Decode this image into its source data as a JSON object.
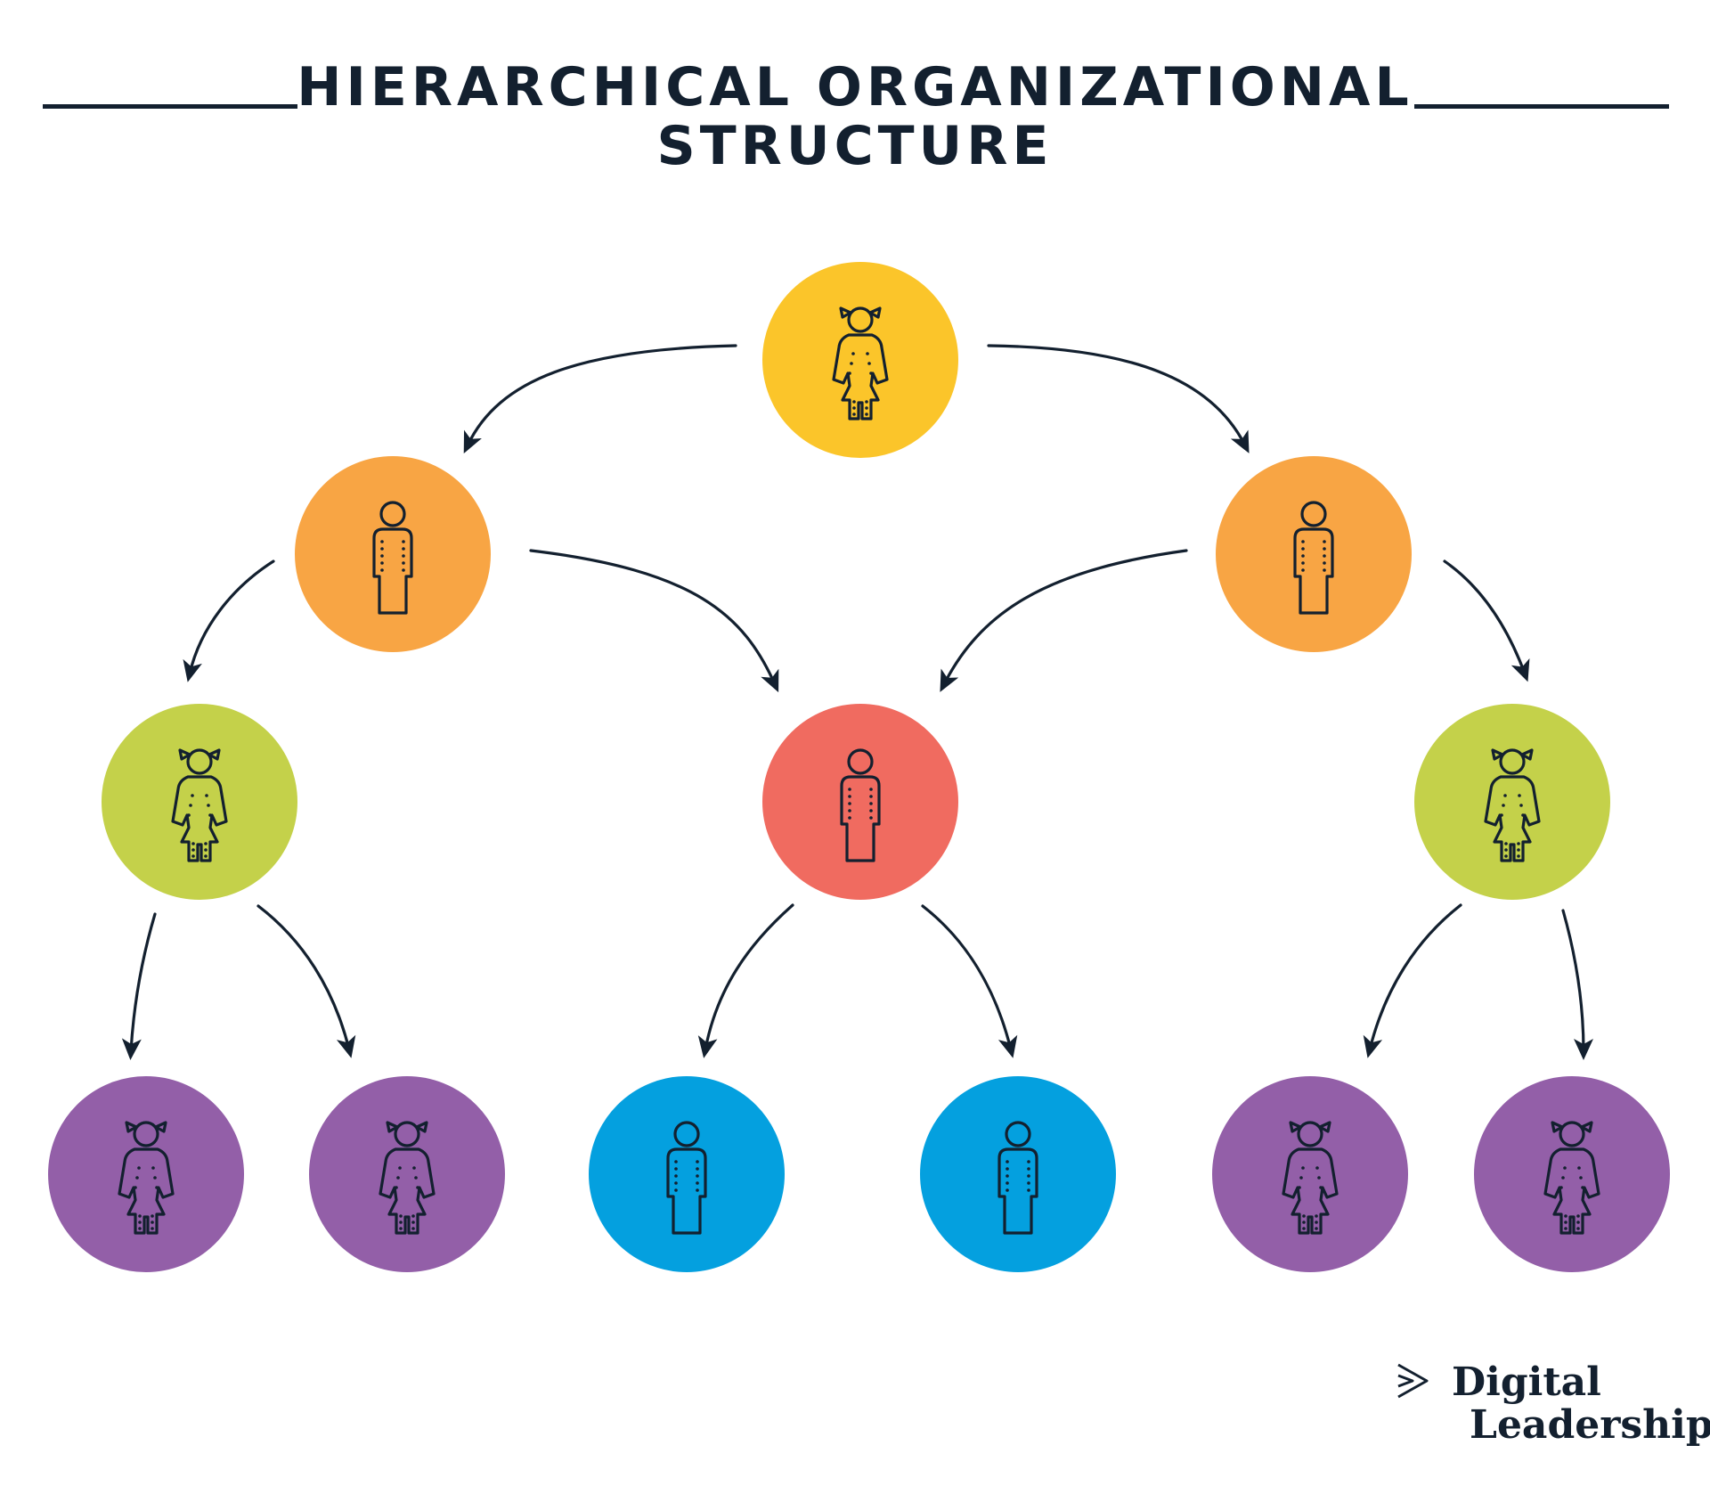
{
  "title": {
    "line1": "HIERARCHICAL ORGANIZATIONAL",
    "line2": "STRUCTURE"
  },
  "colors": {
    "ink": "#13202f",
    "level0": "#fbc52a",
    "level1": "#f8a544",
    "level2_female": "#c4d14a",
    "level2_male": "#f06b60",
    "level3_female": "#935fa8",
    "level3_male": "#04a0df"
  },
  "nodes": [
    {
      "id": "n0",
      "figure": "female-icon",
      "color": "#fbc52a"
    },
    {
      "id": "n1",
      "figure": "male-icon",
      "color": "#f8a544"
    },
    {
      "id": "n2",
      "figure": "male-icon",
      "color": "#f8a544"
    },
    {
      "id": "n3",
      "figure": "female-icon",
      "color": "#c4d14a"
    },
    {
      "id": "n4",
      "figure": "male-icon",
      "color": "#f06b60"
    },
    {
      "id": "n5",
      "figure": "female-icon",
      "color": "#c4d14a"
    },
    {
      "id": "n6",
      "figure": "female-icon",
      "color": "#935fa8"
    },
    {
      "id": "n7",
      "figure": "female-icon",
      "color": "#935fa8"
    },
    {
      "id": "n8",
      "figure": "male-icon",
      "color": "#04a0df"
    },
    {
      "id": "n9",
      "figure": "male-icon",
      "color": "#04a0df"
    },
    {
      "id": "n10",
      "figure": "female-icon",
      "color": "#935fa8"
    },
    {
      "id": "n11",
      "figure": "female-icon",
      "color": "#935fa8"
    }
  ],
  "edges": [
    {
      "from": "n0",
      "to": "n1"
    },
    {
      "from": "n0",
      "to": "n2"
    },
    {
      "from": "n1",
      "to": "n3"
    },
    {
      "from": "n1",
      "to": "n4"
    },
    {
      "from": "n2",
      "to": "n4"
    },
    {
      "from": "n2",
      "to": "n5"
    },
    {
      "from": "n3",
      "to": "n6"
    },
    {
      "from": "n3",
      "to": "n7"
    },
    {
      "from": "n4",
      "to": "n8"
    },
    {
      "from": "n4",
      "to": "n9"
    },
    {
      "from": "n5",
      "to": "n10"
    },
    {
      "from": "n5",
      "to": "n11"
    }
  ],
  "brand": {
    "icon": "chevron-logo-icon",
    "line1": "Digital",
    "line2": "Leadership"
  }
}
